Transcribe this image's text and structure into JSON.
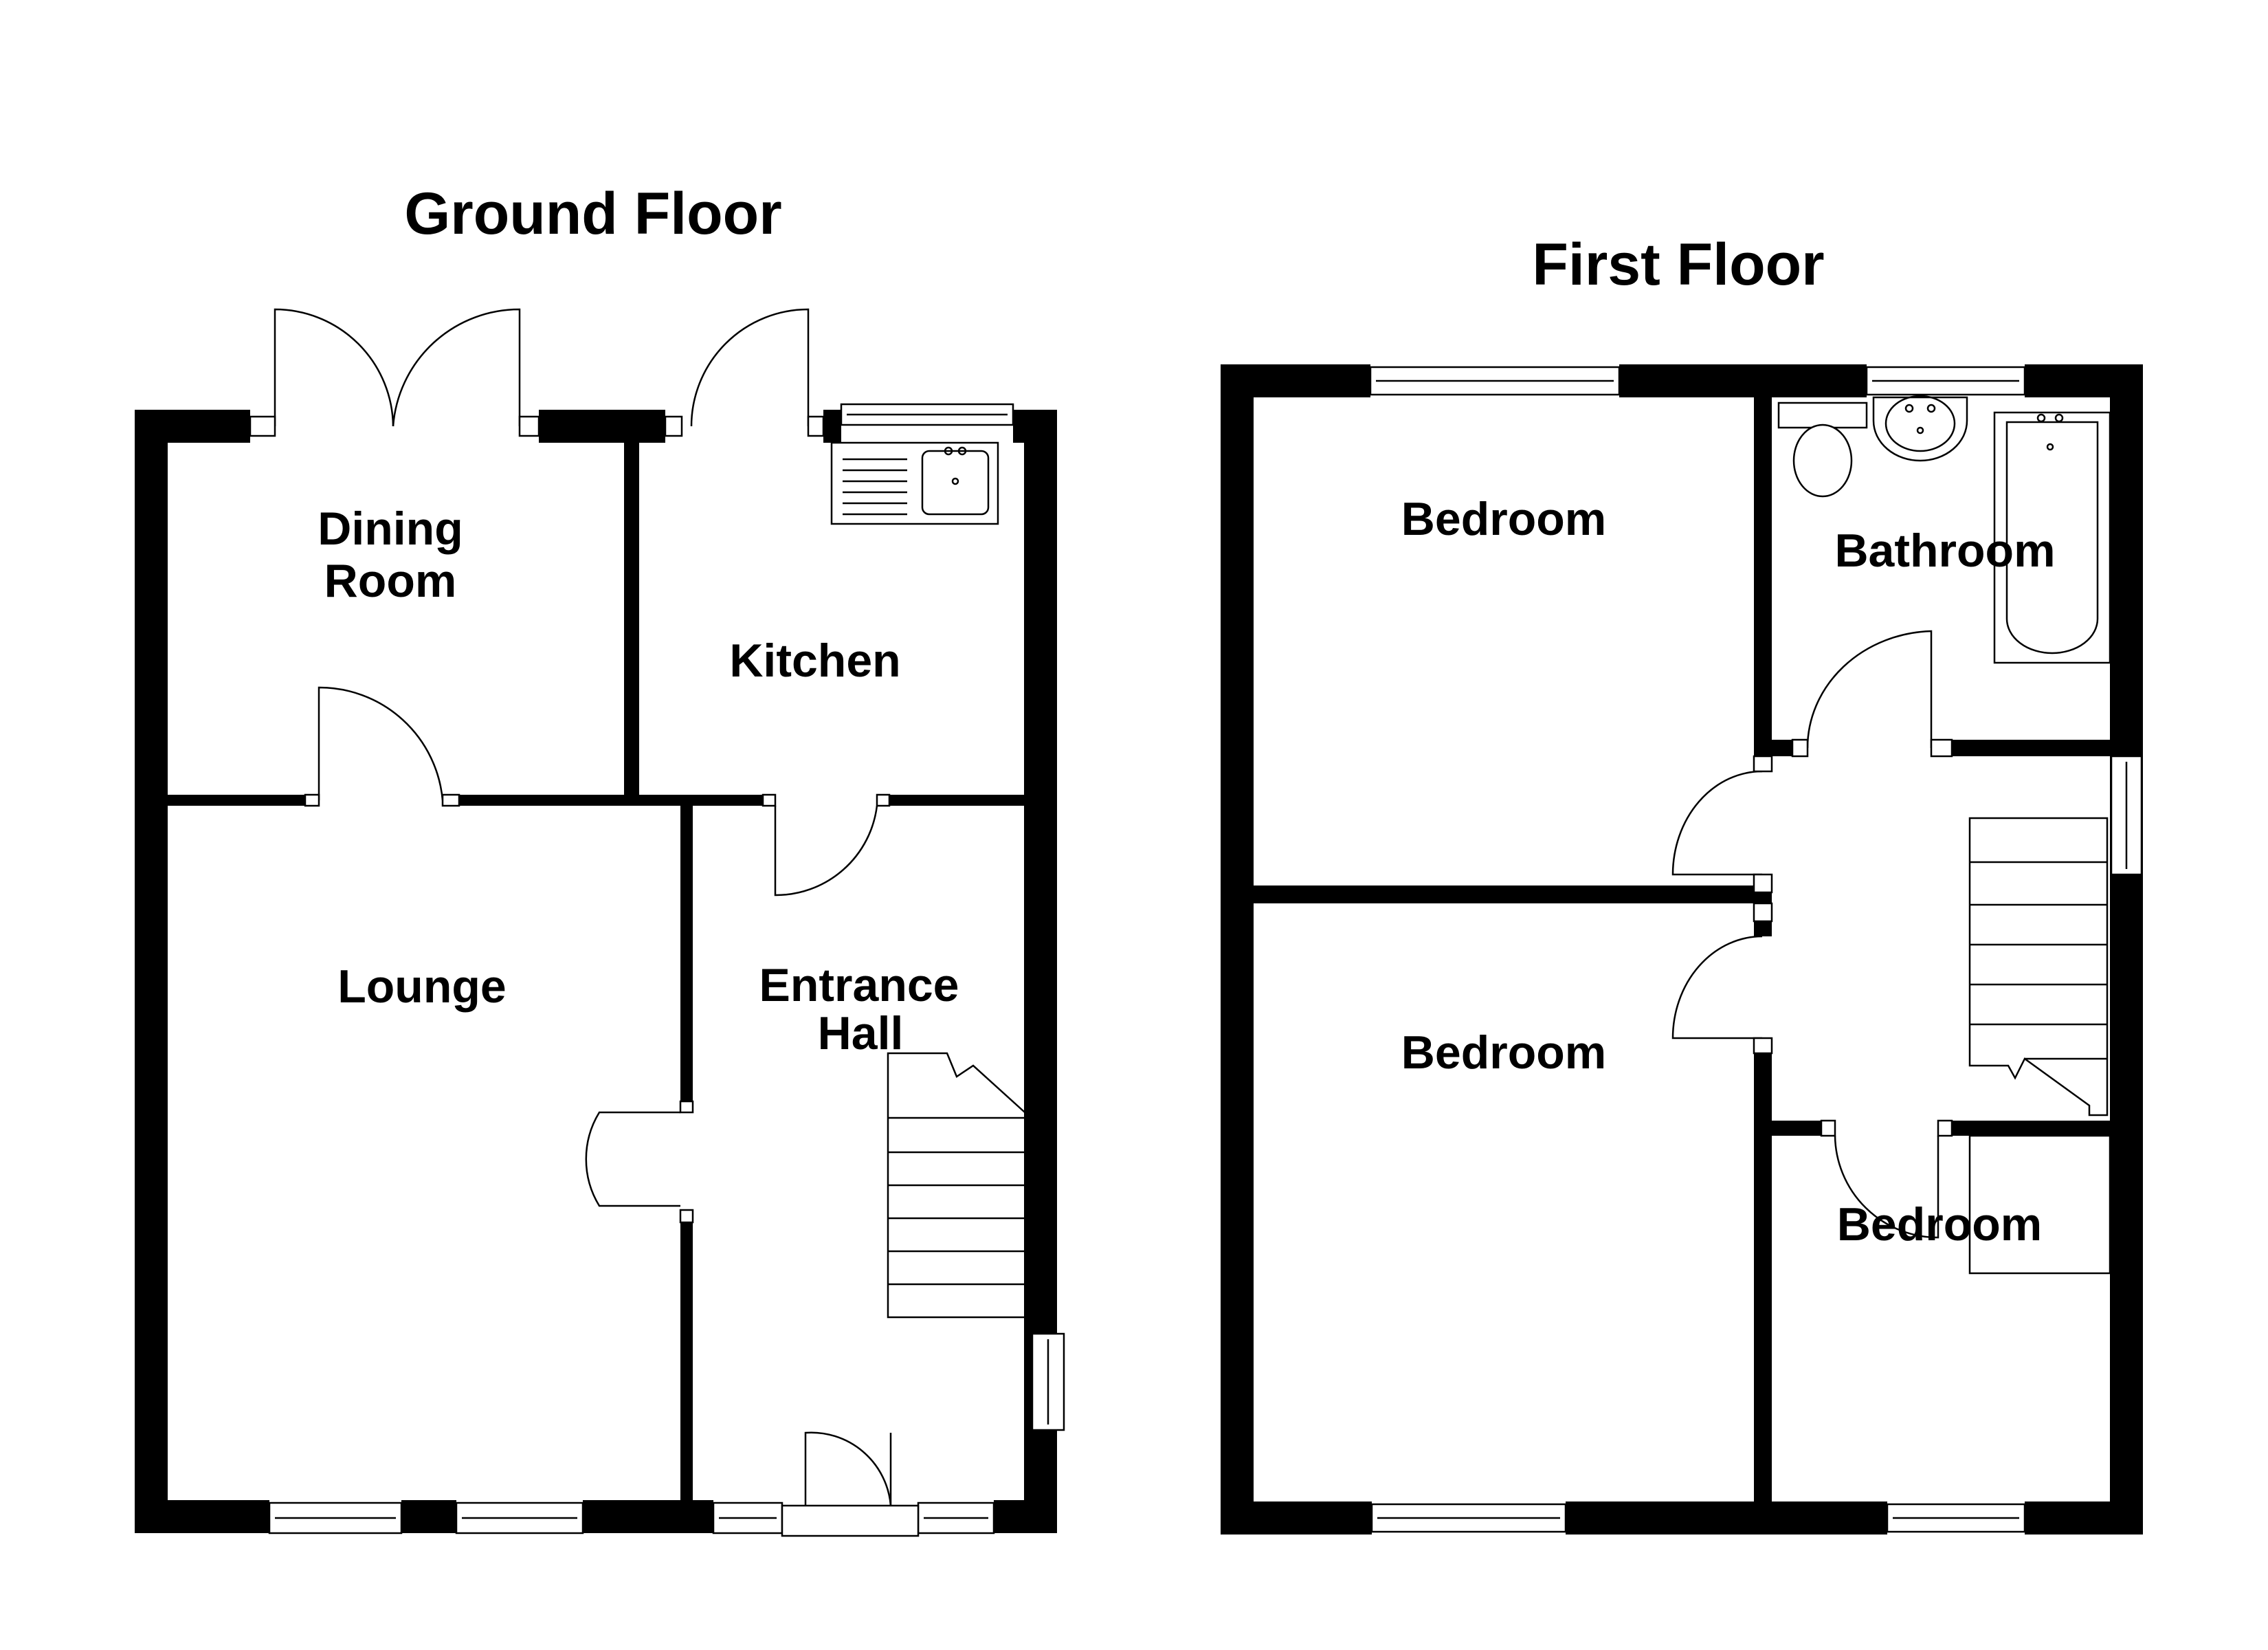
{
  "titles": {
    "ground": "Ground Floor",
    "first": "First Floor"
  },
  "ground_floor": {
    "dining_room": [
      "Dining",
      "Room"
    ],
    "kitchen": "Kitchen",
    "lounge": "Lounge",
    "entrance_hall": [
      "Entrance",
      "Hall"
    ]
  },
  "first_floor": {
    "bedroom_1": "Bedroom",
    "bathroom": "Bathroom",
    "bedroom_2": "Bedroom",
    "bedroom_3": "Bedroom"
  }
}
